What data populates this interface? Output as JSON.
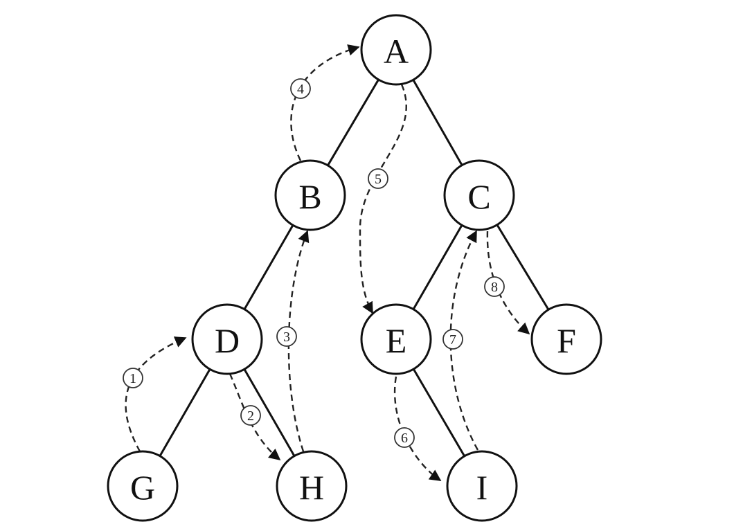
{
  "diagram": {
    "nodes": [
      {
        "id": "A",
        "label": "A"
      },
      {
        "id": "B",
        "label": "B"
      },
      {
        "id": "C",
        "label": "C"
      },
      {
        "id": "D",
        "label": "D"
      },
      {
        "id": "E",
        "label": "E"
      },
      {
        "id": "F",
        "label": "F"
      },
      {
        "id": "G",
        "label": "G"
      },
      {
        "id": "H",
        "label": "H"
      },
      {
        "id": "I",
        "label": "I"
      }
    ],
    "edges": [
      {
        "from": "A",
        "to": "B"
      },
      {
        "from": "A",
        "to": "C"
      },
      {
        "from": "B",
        "to": "D"
      },
      {
        "from": "C",
        "to": "E"
      },
      {
        "from": "C",
        "to": "F"
      },
      {
        "from": "D",
        "to": "G"
      },
      {
        "from": "D",
        "to": "H"
      },
      {
        "from": "E",
        "to": "I"
      }
    ],
    "threads": [
      {
        "step": "1",
        "label": "①",
        "from": "G",
        "to": "D"
      },
      {
        "step": "2",
        "label": "②",
        "from": "D",
        "to": "H"
      },
      {
        "step": "3",
        "label": "③",
        "from": "H",
        "to": "B"
      },
      {
        "step": "4",
        "label": "④",
        "from": "B",
        "to": "A"
      },
      {
        "step": "5",
        "label": "⑤",
        "from": "A",
        "to": "E"
      },
      {
        "step": "6",
        "label": "⑥",
        "from": "E",
        "to": "I"
      },
      {
        "step": "7",
        "label": "⑦",
        "from": "I",
        "to": "C"
      },
      {
        "step": "8",
        "label": "⑧",
        "from": "C",
        "to": "F"
      }
    ]
  }
}
